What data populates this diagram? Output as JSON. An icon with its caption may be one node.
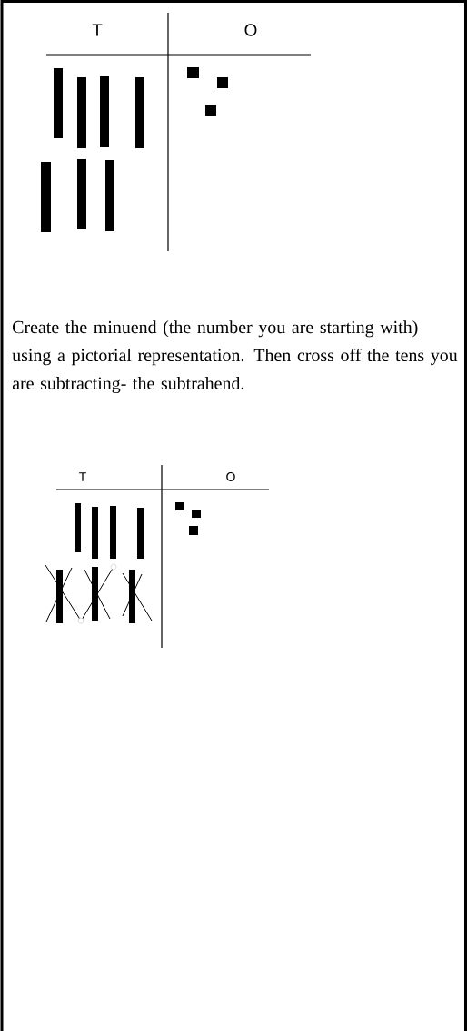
{
  "diagram": {
    "labels": [
      "T",
      "O",
      "Create the minuend (the number you are starting with) using a pictorial representation. Then cross off the tens you are subtracting- the subtrahend.",
      "T",
      "O"
    ]
  }
}
